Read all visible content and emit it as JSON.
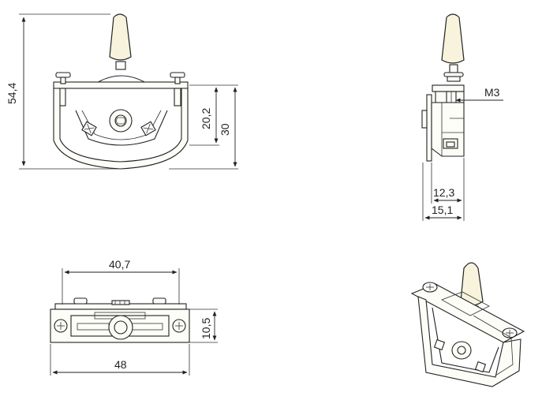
{
  "dimensions": {
    "front_height": "54,4",
    "front_inner_height": "20,2",
    "front_outer_height": "30",
    "side_thread": "M3",
    "side_inner_width": "12,3",
    "side_outer_width": "15,1",
    "bottom_inner_width": "40,7",
    "bottom_outer_width": "48",
    "bottom_height": "10,5"
  }
}
